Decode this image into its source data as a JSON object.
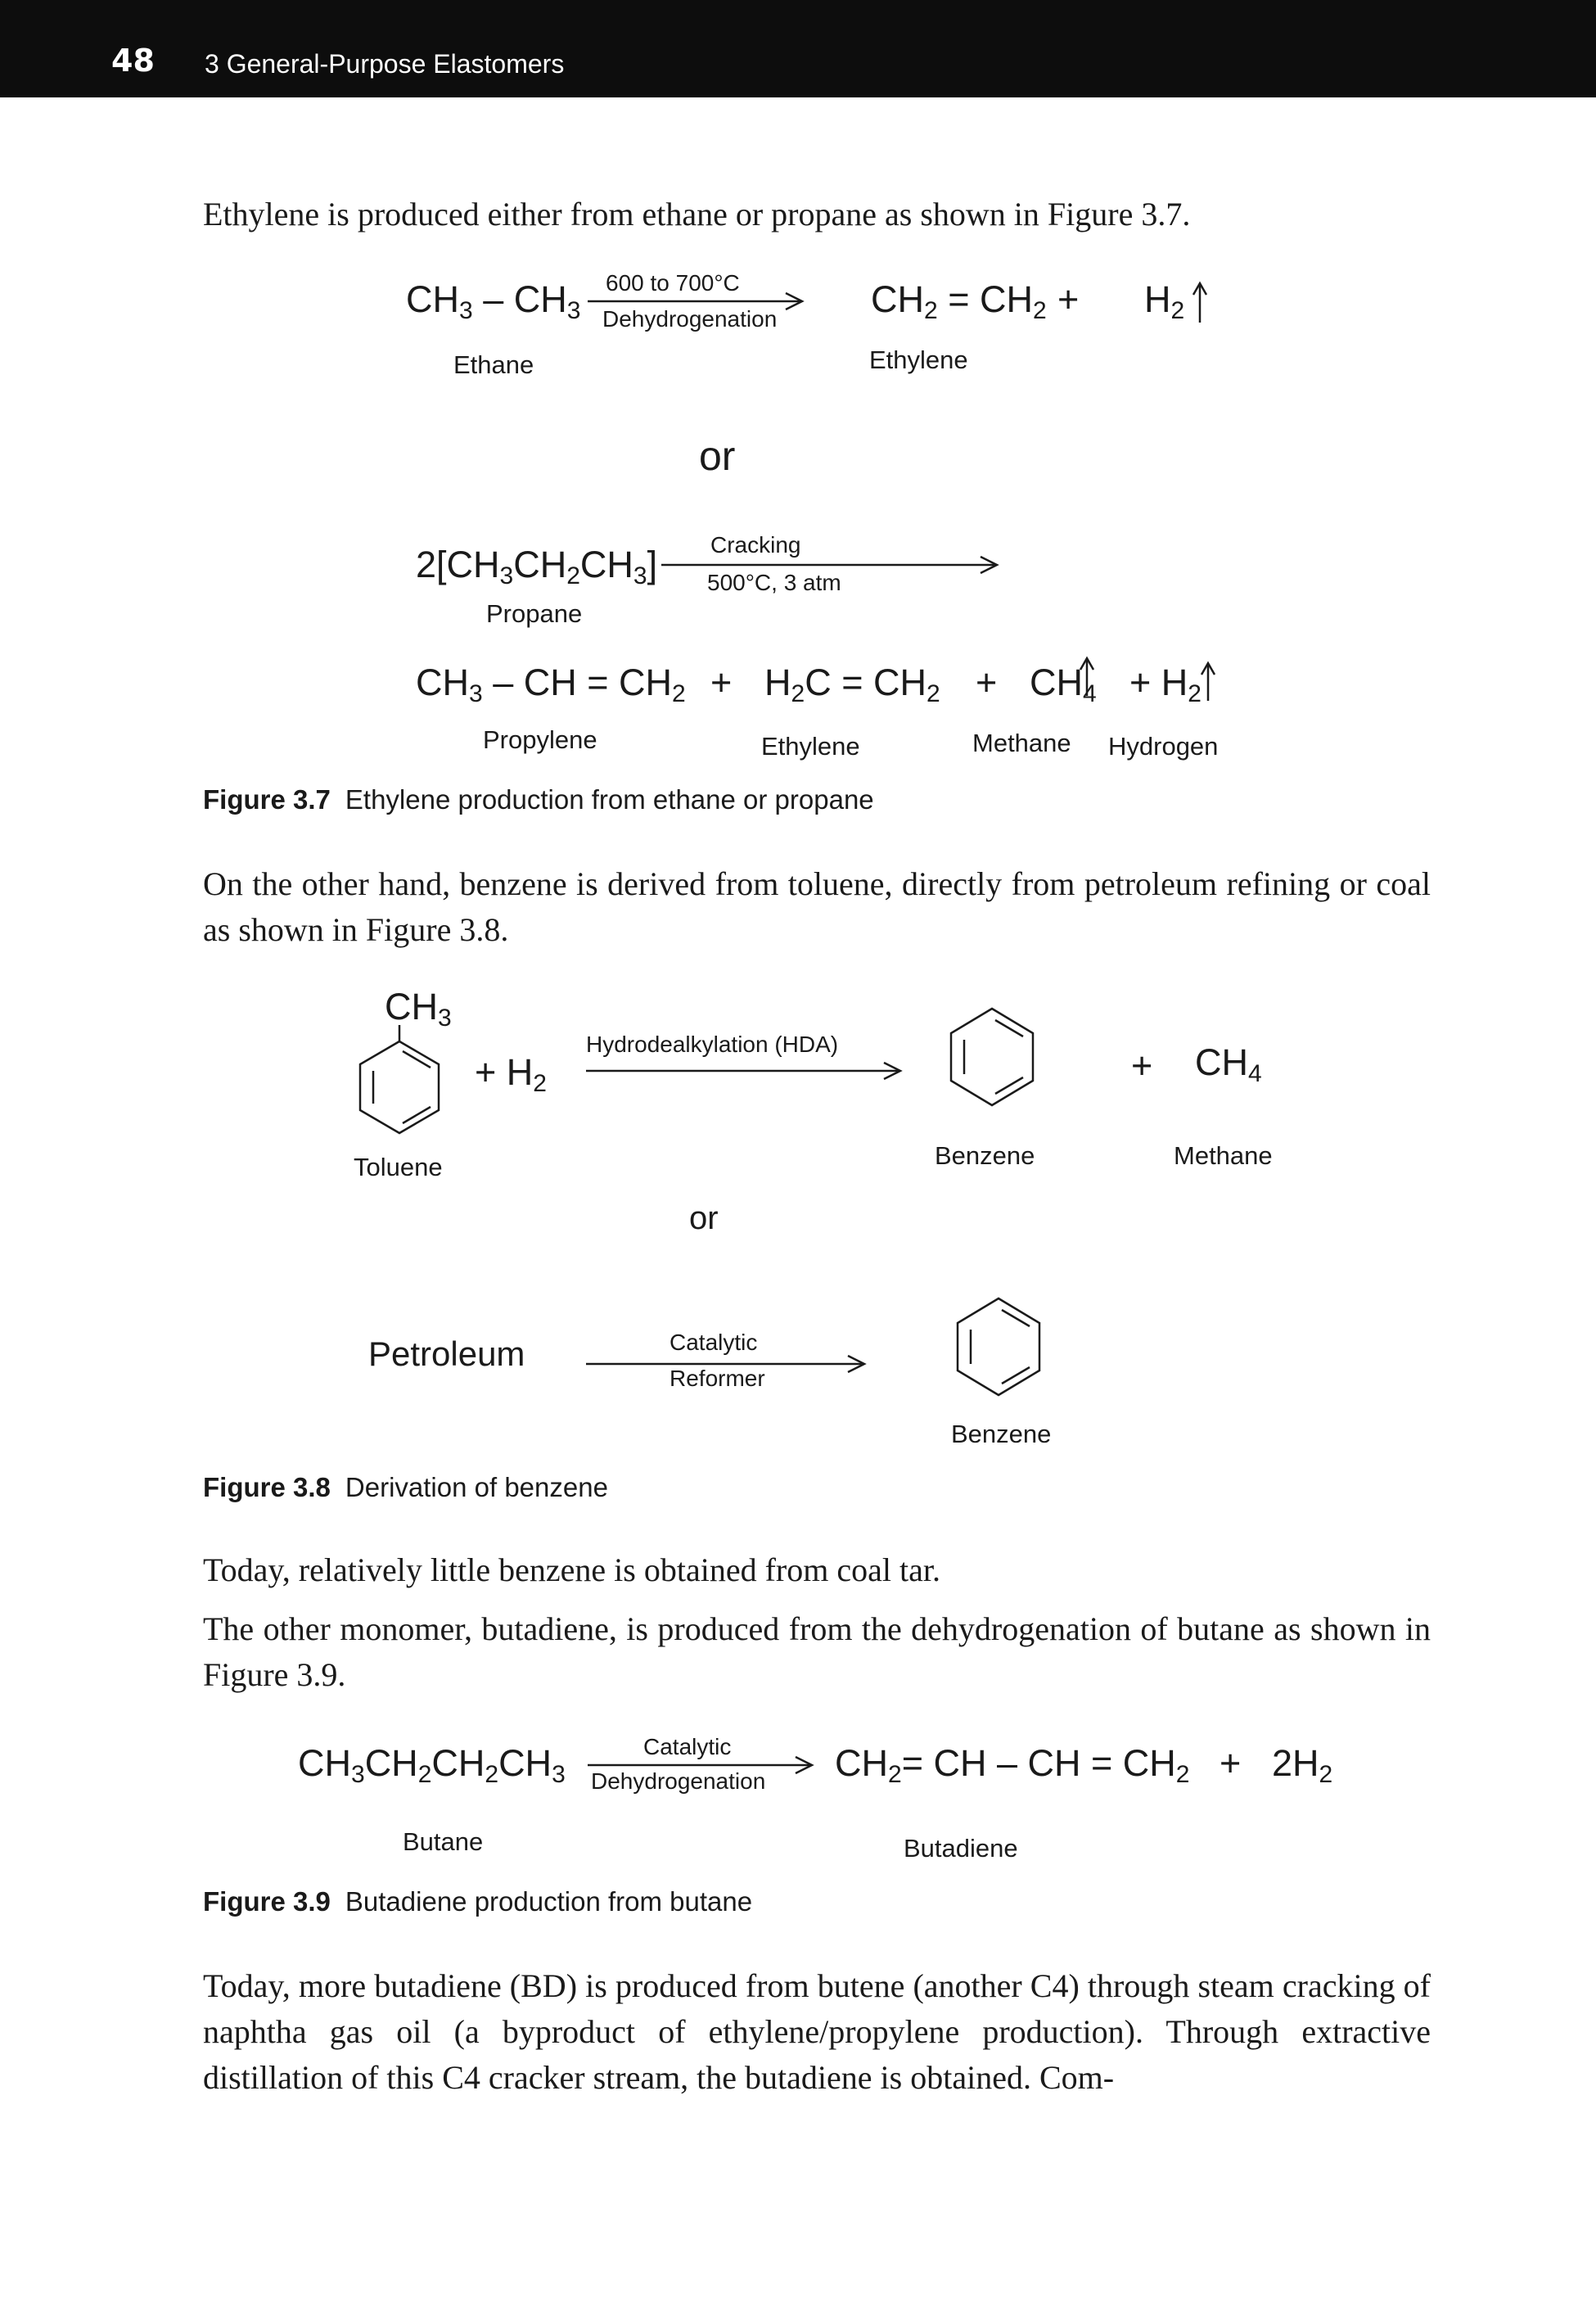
{
  "header": {
    "page_number": "48",
    "chapter_title": "3 General-Purpose Elastomers"
  },
  "paragraphs": {
    "p1": "Ethylene is produced either from ethane or propane as shown in Figure 3.7.",
    "p2": "On the other hand, benzene is derived from toluene, directly from petroleum refining or coal as shown in Figure 3.8.",
    "p3": "Today, relatively little benzene is obtained from coal tar.",
    "p4": "The other monomer, butadiene, is produced from the dehydrogenation of butane as shown in Figure 3.9.",
    "p5": "Today, more butadiene (BD) is produced from butene (another C4) through steam cracking of naphtha gas oil (a byproduct of ethylene/propylene production). Through extractive distillation of this C4 cracker stream, the butadiene is obtained. Com-"
  },
  "fig37": {
    "reaction1": {
      "cond_top": "600 to 700°C",
      "cond_bottom": "Dehydrogenation",
      "label_ethane": "Ethane",
      "label_ethylene": "Ethylene",
      "plus": "+"
    },
    "or": "or",
    "reaction2": {
      "cond_top": "Cracking",
      "cond_bottom": "500°C, 3 atm",
      "label_propane": "Propane",
      "label_propylene": "Propylene",
      "label_ethylene": "Ethylene",
      "label_methane": "Methane",
      "label_hydrogen": "Hydrogen",
      "plus": "+"
    },
    "caption_label": "Figure 3.7",
    "caption_text": "Ethylene production from ethane or propane"
  },
  "fig38": {
    "plus_h2": "+ H",
    "cond_hda": "Hydrodealkylation (HDA)",
    "plus": "+",
    "label_toluene": "Toluene",
    "label_benzene": "Benzene",
    "label_methane": "Methane",
    "or": "or",
    "petroleum": "Petroleum",
    "cond_top": "Catalytic",
    "cond_bottom": "Reformer",
    "label_benzene2": "Benzene",
    "caption_label": "Figure 3.8",
    "caption_text": "Derivation of benzene"
  },
  "fig39": {
    "cond_top": "Catalytic",
    "cond_bottom": "Dehydrogenation",
    "plus": "+",
    "label_butane": "Butane",
    "label_butadiene": "Butadiene",
    "caption_label": "Figure 3.9",
    "caption_text": "Butadiene production from butane"
  }
}
